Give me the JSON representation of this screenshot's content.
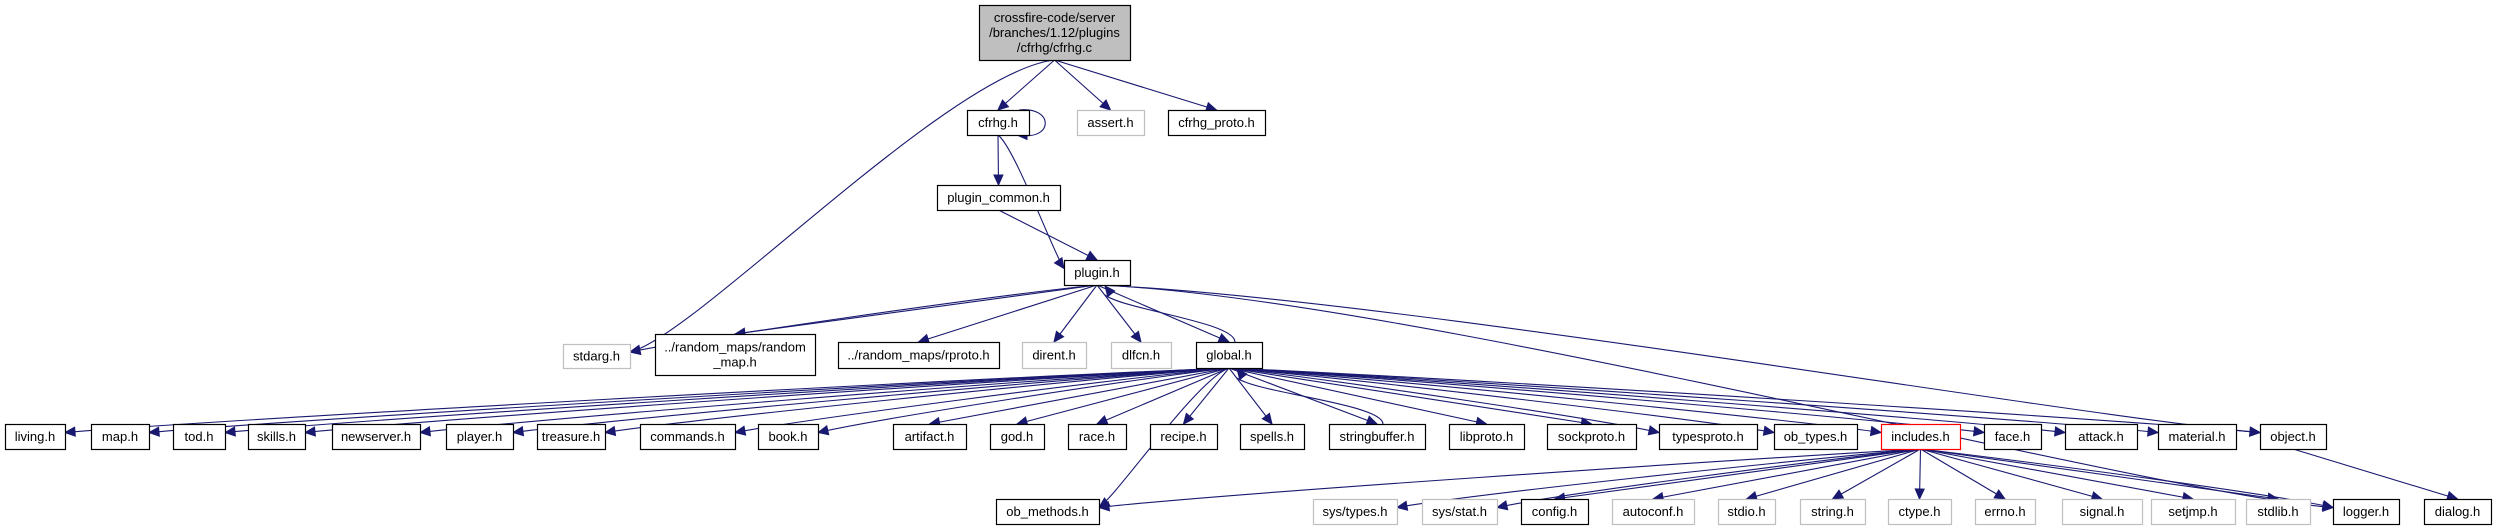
{
  "title": "Include dependency graph for cfrhg.c",
  "colors": {
    "edge": "#191970",
    "root_fill": "#bfbfbf",
    "external_border": "#bfbfbf",
    "local_border": "#000000",
    "highlight_border": "#ff0000"
  },
  "nodes": [
    {
      "id": "root",
      "label": [
        "crossfire-code/server",
        "/branches/1.12/plugins",
        "/cfrhg/cfrhg.c"
      ],
      "kind": "root"
    },
    {
      "id": "cfrhg_h",
      "label": [
        "cfrhg.h"
      ],
      "kind": "local"
    },
    {
      "id": "assert_h",
      "label": [
        "assert.h"
      ],
      "kind": "external"
    },
    {
      "id": "cfrhg_proto_h",
      "label": [
        "cfrhg_proto.h"
      ],
      "kind": "local"
    },
    {
      "id": "plugin_common_h",
      "label": [
        "plugin_common.h"
      ],
      "kind": "local"
    },
    {
      "id": "plugin_h",
      "label": [
        "plugin.h"
      ],
      "kind": "local"
    },
    {
      "id": "stdarg_h",
      "label": [
        "stdarg.h"
      ],
      "kind": "external"
    },
    {
      "id": "random_map_h",
      "label": [
        "../random_maps/random",
        "_map.h"
      ],
      "kind": "local"
    },
    {
      "id": "rproto_h",
      "label": [
        "../random_maps/rproto.h"
      ],
      "kind": "local"
    },
    {
      "id": "dirent_h",
      "label": [
        "dirent.h"
      ],
      "kind": "external"
    },
    {
      "id": "dlfcn_h",
      "label": [
        "dlfcn.h"
      ],
      "kind": "external"
    },
    {
      "id": "global_h",
      "label": [
        "global.h"
      ],
      "kind": "local"
    },
    {
      "id": "living_h",
      "label": [
        "living.h"
      ],
      "kind": "local"
    },
    {
      "id": "map_h",
      "label": [
        "map.h"
      ],
      "kind": "local"
    },
    {
      "id": "tod_h",
      "label": [
        "tod.h"
      ],
      "kind": "local"
    },
    {
      "id": "skills_h",
      "label": [
        "skills.h"
      ],
      "kind": "local"
    },
    {
      "id": "newserver_h",
      "label": [
        "newserver.h"
      ],
      "kind": "local"
    },
    {
      "id": "player_h",
      "label": [
        "player.h"
      ],
      "kind": "local"
    },
    {
      "id": "treasure_h",
      "label": [
        "treasure.h"
      ],
      "kind": "local"
    },
    {
      "id": "commands_h",
      "label": [
        "commands.h"
      ],
      "kind": "local"
    },
    {
      "id": "book_h",
      "label": [
        "book.h"
      ],
      "kind": "local"
    },
    {
      "id": "artifact_h",
      "label": [
        "artifact.h"
      ],
      "kind": "local"
    },
    {
      "id": "god_h",
      "label": [
        "god.h"
      ],
      "kind": "local"
    },
    {
      "id": "race_h",
      "label": [
        "race.h"
      ],
      "kind": "local"
    },
    {
      "id": "recipe_h",
      "label": [
        "recipe.h"
      ],
      "kind": "local"
    },
    {
      "id": "spells_h",
      "label": [
        "spells.h"
      ],
      "kind": "local"
    },
    {
      "id": "stringbuffer_h",
      "label": [
        "stringbuffer.h"
      ],
      "kind": "local"
    },
    {
      "id": "libproto_h",
      "label": [
        "libproto.h"
      ],
      "kind": "local"
    },
    {
      "id": "sockproto_h",
      "label": [
        "sockproto.h"
      ],
      "kind": "local"
    },
    {
      "id": "typesproto_h",
      "label": [
        "typesproto.h"
      ],
      "kind": "local"
    },
    {
      "id": "ob_types_h",
      "label": [
        "ob_types.h"
      ],
      "kind": "local"
    },
    {
      "id": "includes_h",
      "label": [
        "includes.h"
      ],
      "kind": "highlight"
    },
    {
      "id": "face_h",
      "label": [
        "face.h"
      ],
      "kind": "local"
    },
    {
      "id": "attack_h",
      "label": [
        "attack.h"
      ],
      "kind": "local"
    },
    {
      "id": "material_h",
      "label": [
        "material.h"
      ],
      "kind": "local"
    },
    {
      "id": "object_h",
      "label": [
        "object.h"
      ],
      "kind": "local"
    },
    {
      "id": "ob_methods_h",
      "label": [
        "ob_methods.h"
      ],
      "kind": "local"
    },
    {
      "id": "sys_types_h",
      "label": [
        "sys/types.h"
      ],
      "kind": "external"
    },
    {
      "id": "sys_stat_h",
      "label": [
        "sys/stat.h"
      ],
      "kind": "external"
    },
    {
      "id": "config_h",
      "label": [
        "config.h"
      ],
      "kind": "local"
    },
    {
      "id": "autoconf_h",
      "label": [
        "autoconf.h"
      ],
      "kind": "external"
    },
    {
      "id": "stdio_h",
      "label": [
        "stdio.h"
      ],
      "kind": "external"
    },
    {
      "id": "string_h",
      "label": [
        "string.h"
      ],
      "kind": "external"
    },
    {
      "id": "ctype_h",
      "label": [
        "ctype.h"
      ],
      "kind": "external"
    },
    {
      "id": "errno_h",
      "label": [
        "errno.h"
      ],
      "kind": "external"
    },
    {
      "id": "signal_h",
      "label": [
        "signal.h"
      ],
      "kind": "external"
    },
    {
      "id": "setjmp_h",
      "label": [
        "setjmp.h"
      ],
      "kind": "external"
    },
    {
      "id": "stdlib_h",
      "label": [
        "stdlib.h"
      ],
      "kind": "external"
    },
    {
      "id": "logger_h",
      "label": [
        "logger.h"
      ],
      "kind": "local"
    },
    {
      "id": "dialog_h",
      "label": [
        "dialog.h"
      ],
      "kind": "local"
    }
  ],
  "edges": [
    [
      "root",
      "stdarg_h"
    ],
    [
      "root",
      "cfrhg_h"
    ],
    [
      "root",
      "assert_h"
    ],
    [
      "root",
      "cfrhg_proto_h"
    ],
    [
      "cfrhg_h",
      "cfrhg_h"
    ],
    [
      "cfrhg_h",
      "plugin_common_h"
    ],
    [
      "cfrhg_h",
      "plugin_h"
    ],
    [
      "plugin_common_h",
      "plugin_h"
    ],
    [
      "plugin_h",
      "stdarg_h"
    ],
    [
      "plugin_h",
      "random_map_h"
    ],
    [
      "plugin_h",
      "rproto_h"
    ],
    [
      "plugin_h",
      "dirent_h"
    ],
    [
      "plugin_h",
      "dlfcn_h"
    ],
    [
      "plugin_h",
      "global_h"
    ],
    [
      "plugin_h",
      "object_h"
    ],
    [
      "plugin_h",
      "logger_h"
    ],
    [
      "global_h",
      "plugin_h"
    ],
    [
      "global_h",
      "living_h"
    ],
    [
      "global_h",
      "map_h"
    ],
    [
      "global_h",
      "tod_h"
    ],
    [
      "global_h",
      "skills_h"
    ],
    [
      "global_h",
      "newserver_h"
    ],
    [
      "global_h",
      "player_h"
    ],
    [
      "global_h",
      "treasure_h"
    ],
    [
      "global_h",
      "commands_h"
    ],
    [
      "global_h",
      "book_h"
    ],
    [
      "global_h",
      "artifact_h"
    ],
    [
      "global_h",
      "god_h"
    ],
    [
      "global_h",
      "race_h"
    ],
    [
      "global_h",
      "recipe_h"
    ],
    [
      "global_h",
      "spells_h"
    ],
    [
      "global_h",
      "stringbuffer_h"
    ],
    [
      "global_h",
      "libproto_h"
    ],
    [
      "global_h",
      "sockproto_h"
    ],
    [
      "global_h",
      "typesproto_h"
    ],
    [
      "global_h",
      "ob_types_h"
    ],
    [
      "global_h",
      "includes_h"
    ],
    [
      "global_h",
      "face_h"
    ],
    [
      "global_h",
      "attack_h"
    ],
    [
      "global_h",
      "material_h"
    ],
    [
      "global_h",
      "object_h"
    ],
    [
      "global_h",
      "ob_methods_h"
    ],
    [
      "stringbuffer_h",
      "global_h"
    ],
    [
      "object_h",
      "dialog_h"
    ],
    [
      "includes_h",
      "ob_methods_h"
    ],
    [
      "includes_h",
      "sys_types_h"
    ],
    [
      "includes_h",
      "sys_stat_h"
    ],
    [
      "includes_h",
      "config_h"
    ],
    [
      "includes_h",
      "autoconf_h"
    ],
    [
      "includes_h",
      "stdio_h"
    ],
    [
      "includes_h",
      "string_h"
    ],
    [
      "includes_h",
      "ctype_h"
    ],
    [
      "includes_h",
      "errno_h"
    ],
    [
      "includes_h",
      "signal_h"
    ],
    [
      "includes_h",
      "setjmp_h"
    ],
    [
      "includes_h",
      "stdlib_h"
    ],
    [
      "includes_h",
      "logger_h"
    ]
  ]
}
